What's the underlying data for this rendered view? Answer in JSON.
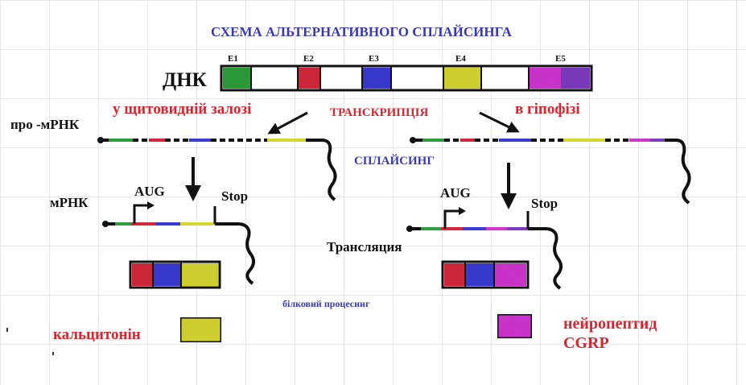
{
  "title": "СХЕМА АЛЬТЕРНАТИВНОГО СПЛАЙСИНГА",
  "dna": {
    "label": "ДНК",
    "exons": [
      {
        "name": "E1",
        "color": "#2e9e3a"
      },
      {
        "name": "E2",
        "color": "#d4283a"
      },
      {
        "name": "E3",
        "color": "#3a3ad4"
      },
      {
        "name": "E4",
        "color": "#d6d632"
      },
      {
        "name": "E5",
        "color": "#d035d0"
      },
      {
        "name": "",
        "color": "#7e3ac0"
      }
    ]
  },
  "labels": {
    "thyroid": "у щитовидній залозі",
    "transcription": "ТРАНСКРИПЦІЯ",
    "pituitary": "в гіпофізі",
    "pre_mrna": "про -мРНК",
    "splicing": "СПЛАЙСИНГ",
    "mrna": "мРНК",
    "aug_left": "AUG",
    "stop_left": "Stop",
    "aug_right": "AUG",
    "stop_right": "Stop",
    "translation": "Трансляция",
    "protein_processing": "білковий процесинг",
    "calcitonin": "кальцитонін",
    "neuropeptide_line1": "нейропептид",
    "neuropeptide_line2": "CGRP"
  },
  "colors": {
    "green": "#2e9e3a",
    "red": "#d4283a",
    "blue": "#3a3ad4",
    "yellow": "#d6d632",
    "magenta": "#d035d0",
    "purple": "#7e3ac0",
    "title_blue": "#3939b8",
    "label_red": "#d9252f"
  }
}
